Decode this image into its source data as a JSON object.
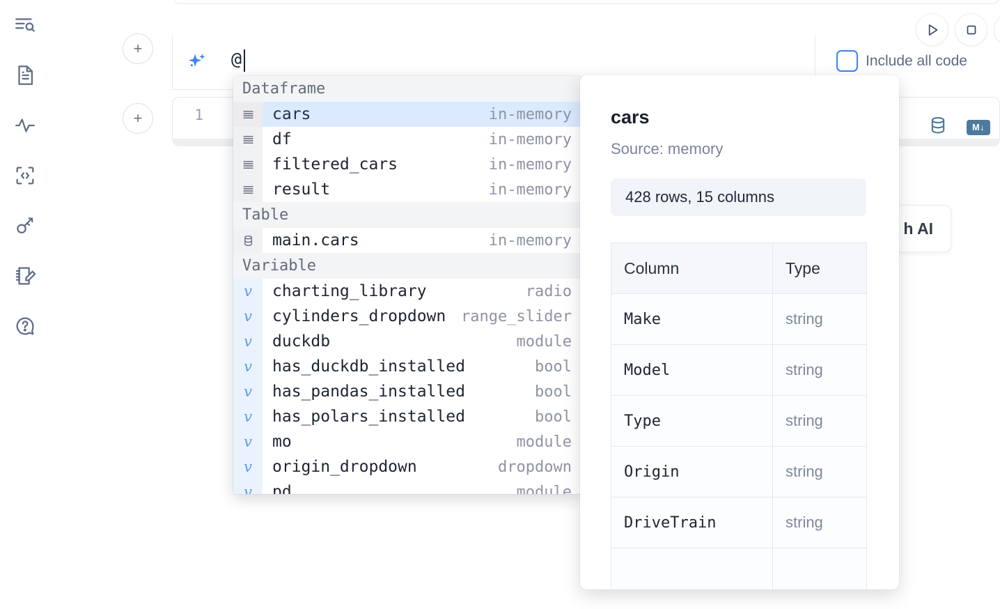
{
  "sidebar": {
    "items": [
      {
        "name": "outline-search-icon",
        "label": "Outline"
      },
      {
        "name": "file-text-icon",
        "label": "Notebook"
      },
      {
        "name": "activity-pulse-icon",
        "label": "Activity"
      },
      {
        "name": "code-brackets-icon",
        "label": "Snippets"
      },
      {
        "name": "key-icon",
        "label": "Secrets"
      },
      {
        "name": "notebook-pencil-icon",
        "label": "Scratchpad"
      },
      {
        "name": "help-chat-icon",
        "label": "Help"
      }
    ]
  },
  "prompt_cell": {
    "add_button_label": "+",
    "sparkle_icon": "ai-sparkle-icon",
    "value": "@",
    "placeholder": ""
  },
  "toolbar": {
    "run_label": "▷",
    "stop_label": "□",
    "include_all_code_label": "Include all code",
    "include_all_code_checked": false
  },
  "code_cell": {
    "line_number": "1",
    "database_icon": "database-icon",
    "markdown_icon_label": "M↓"
  },
  "ai_button": {
    "label": "h AI"
  },
  "autocomplete": {
    "groups": [
      {
        "label": "Dataframe",
        "icon": "dataframe-rows-icon",
        "items": [
          {
            "name": "cars",
            "type": "in-memory",
            "selected": true
          },
          {
            "name": "df",
            "type": "in-memory",
            "selected": false
          },
          {
            "name": "filtered_cars",
            "type": "in-memory",
            "selected": false
          },
          {
            "name": "result",
            "type": "in-memory",
            "selected": false
          }
        ]
      },
      {
        "label": "Table",
        "icon": "database-icon",
        "items": [
          {
            "name": "main.cars",
            "type": "in-memory",
            "selected": false
          }
        ]
      },
      {
        "label": "Variable",
        "icon": "variable-icon",
        "items": [
          {
            "name": "charting_library",
            "type": "radio",
            "selected": false
          },
          {
            "name": "cylinders_dropdown",
            "type": "range_slider",
            "selected": false
          },
          {
            "name": "duckdb",
            "type": "module",
            "selected": false
          },
          {
            "name": "has_duckdb_installed",
            "type": "bool",
            "selected": false
          },
          {
            "name": "has_pandas_installed",
            "type": "bool",
            "selected": false
          },
          {
            "name": "has_polars_installed",
            "type": "bool",
            "selected": false
          },
          {
            "name": "mo",
            "type": "module",
            "selected": false
          },
          {
            "name": "origin_dropdown",
            "type": "dropdown",
            "selected": false
          },
          {
            "name": "pd",
            "type": "module",
            "selected": false
          }
        ]
      }
    ]
  },
  "docs": {
    "title": "cars",
    "source": "Source: memory",
    "shape": "428 rows, 15 columns",
    "columns_header": "Column",
    "type_header": "Type",
    "rows": [
      {
        "column": "Make",
        "type": "string"
      },
      {
        "column": "Model",
        "type": "string"
      },
      {
        "column": "Type",
        "type": "string"
      },
      {
        "column": "Origin",
        "type": "string"
      },
      {
        "column": "DriveTrain",
        "type": "string"
      },
      {
        "column": "",
        "type": ""
      }
    ]
  },
  "colors": {
    "accent_blue": "#3b82f6",
    "selection_blue": "#dbeafe",
    "icon_gray": "#606d87",
    "db_icon": "#4d7a9c"
  }
}
